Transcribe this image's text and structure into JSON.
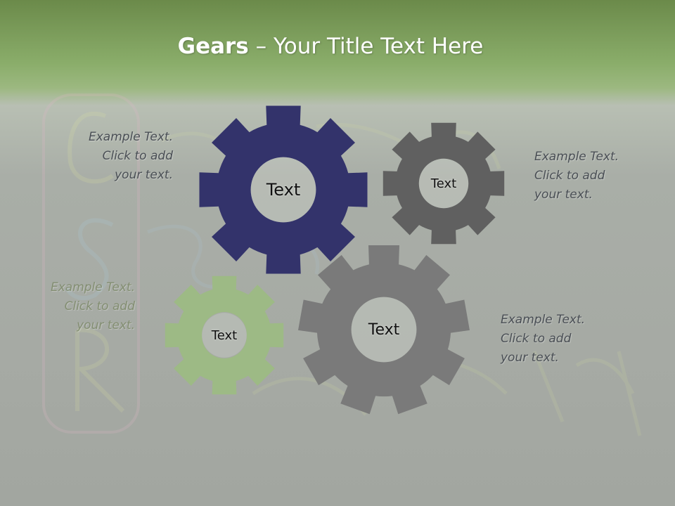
{
  "slide": {
    "title_bold": "Gears",
    "title_rest": " – Your Title Text Here"
  },
  "notes": [
    {
      "lines": [
        "Example Text.",
        "Click  to add",
        "your text."
      ]
    },
    {
      "lines": [
        "Example Text.",
        "Click  to add",
        "your text."
      ]
    },
    {
      "lines": [
        "Example Text.",
        "Click  to add",
        "your text."
      ]
    },
    {
      "lines": [
        "Example Text.",
        "Click  to add",
        "your text."
      ]
    }
  ],
  "gears": [
    {
      "label": "Text",
      "color": "#33336b"
    },
    {
      "label": "Text",
      "color": "#606060"
    },
    {
      "label": "Text",
      "color": "#9dba85"
    },
    {
      "label": "Text",
      "color": "#7a7a7a"
    }
  ],
  "colors": {
    "header_green": "#8aad6a",
    "background_gray": "#a6aaa4"
  }
}
